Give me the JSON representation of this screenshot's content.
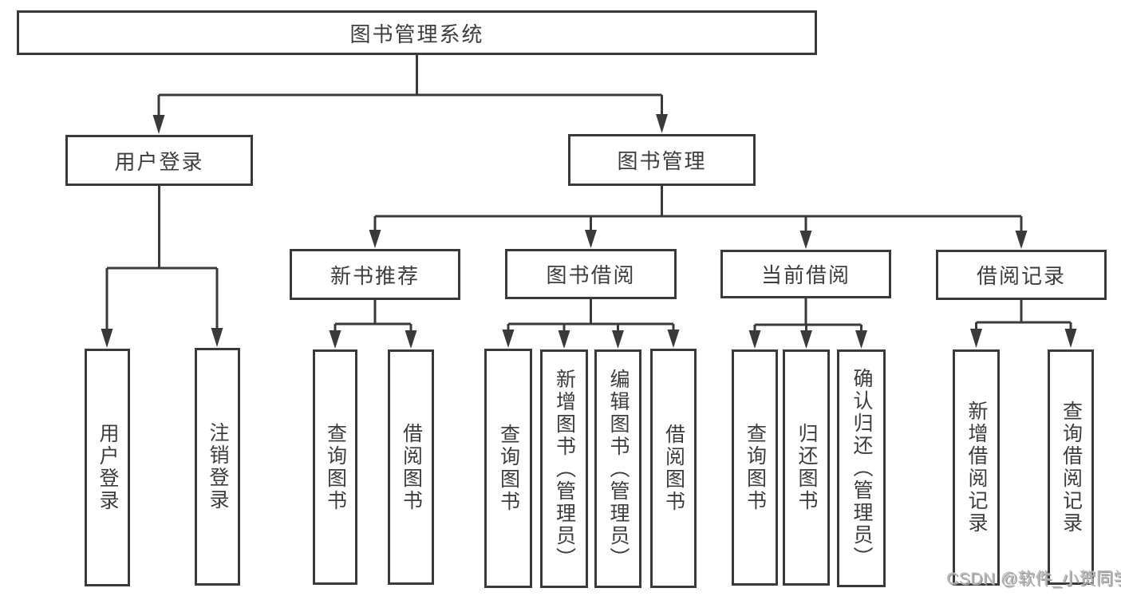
{
  "diagram": {
    "title": "图书管理系统",
    "watermark": "CSDN @软件_小贺同学",
    "colors": {
      "line": "#3a3a3a",
      "box_border": "#3a3a3a",
      "text": "#3d3d3d",
      "background": "#ffffff",
      "watermark": "#b9b9b9"
    },
    "tree": {
      "root": {
        "label": "图书管理系统",
        "children": [
          {
            "label": "用户登录",
            "children": [
              {
                "label": "用户登录"
              },
              {
                "label": "注销登录"
              }
            ]
          },
          {
            "label": "图书管理",
            "children": [
              {
                "label": "新书推荐",
                "children": [
                  {
                    "label": "查询图书"
                  },
                  {
                    "label": "借阅图书"
                  }
                ]
              },
              {
                "label": "图书借阅",
                "children": [
                  {
                    "label": "查询图书"
                  },
                  {
                    "label": "新增图书（管理员）"
                  },
                  {
                    "label": "编辑图书（管理员）"
                  },
                  {
                    "label": "借阅图书"
                  }
                ]
              },
              {
                "label": "当前借阅",
                "children": [
                  {
                    "label": "查询图书"
                  },
                  {
                    "label": "归还图书"
                  },
                  {
                    "label": "确认归还（管理员）"
                  }
                ]
              },
              {
                "label": "借阅记录",
                "children": [
                  {
                    "label": "新增借阅记录"
                  },
                  {
                    "label": "查询借阅记录"
                  }
                ]
              }
            ]
          }
        ]
      }
    }
  }
}
